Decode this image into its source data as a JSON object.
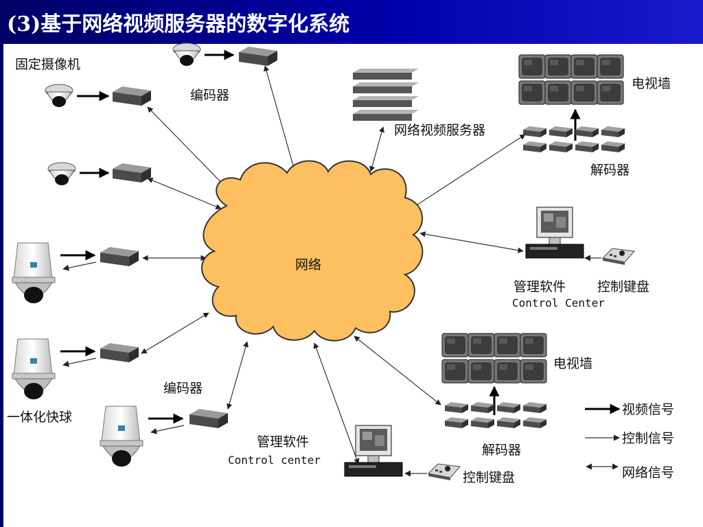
{
  "title": "(3)基于网络视频服务器的数字化系统",
  "network_label": "网络",
  "labels": {
    "fixed_camera": "固定摄像机",
    "encoder_top": "编码器",
    "encoder_bottom": "编码器",
    "speed_dome": "一体化快球",
    "video_server": "网络视频服务器",
    "tv_wall_top": "电视墙",
    "decoder_top": "解码器",
    "tv_wall_bottom": "电视墙",
    "decoder_bottom": "解码器",
    "mgmt_software_right": "管理软件",
    "control_keyboard_right": "控制键盘",
    "control_center_right": "Control Center",
    "mgmt_software_bottom": "管理软件",
    "control_center_bottom": "Control center",
    "control_keyboard_bottom": "控制键盘"
  },
  "legend": [
    {
      "kind": "video",
      "label": "视频信号"
    },
    {
      "kind": "control",
      "label": "控制信号"
    },
    {
      "kind": "network",
      "label": "网络信号"
    }
  ],
  "colors": {
    "cloud_fill": "#fdbf5f",
    "cloud_stroke": "#333333",
    "title_bg": "#0000aa",
    "device_dark": "#5a5a5a",
    "monitor": "#6a6a6a"
  }
}
